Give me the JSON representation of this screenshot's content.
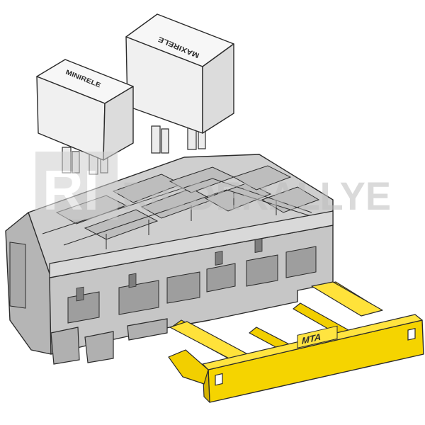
{
  "scene": {
    "relay_small": {
      "label": "MINIRELE"
    },
    "relay_large": {
      "label": "MAXIRELE"
    },
    "clip": {
      "logo": "MTA"
    },
    "watermark": {
      "logo_mark": "RI",
      "text": "RIDDERALLYE"
    }
  },
  "colors": {
    "outline": "#2b2b2b",
    "relay_body": "#f2f2f2",
    "relay_shade": "#d9d9d9",
    "box_body": "#c9c9c9",
    "box_dark": "#9c9c9c",
    "box_light": "#dedede",
    "clip_yellow": "#f5d400",
    "clip_shade": "#d4b200",
    "watermark": "#d6d6d6"
  }
}
